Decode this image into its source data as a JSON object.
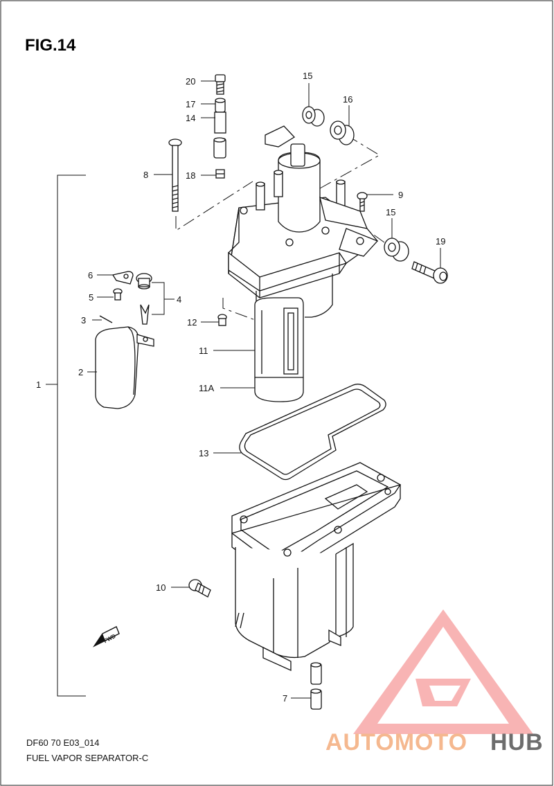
{
  "figure": {
    "title": "FIG.14",
    "code": "DF60 70 E03_014",
    "caption": "FUEL VAPOR SEPARATOR-C",
    "fwd_label": "FWD"
  },
  "callouts": {
    "c1": "1",
    "c2": "2",
    "c3": "3",
    "c4": "4",
    "c5": "5",
    "c6": "6",
    "c7": "7",
    "c8": "8",
    "c9": "9",
    "c10": "10",
    "c11": "11",
    "c11a": "11A",
    "c12": "12",
    "c13": "13",
    "c14": "14",
    "c15a": "15",
    "c15b": "15",
    "c16": "16",
    "c17": "17",
    "c18": "18",
    "c19": "19",
    "c20": "20"
  },
  "watermark": {
    "text_part1": "AUTOMOTO",
    "text_part2": "HUB",
    "color_triangle": "#f26d6d",
    "color_text_light": "#f5b38a",
    "color_text_dark": "#6d6d6d"
  }
}
